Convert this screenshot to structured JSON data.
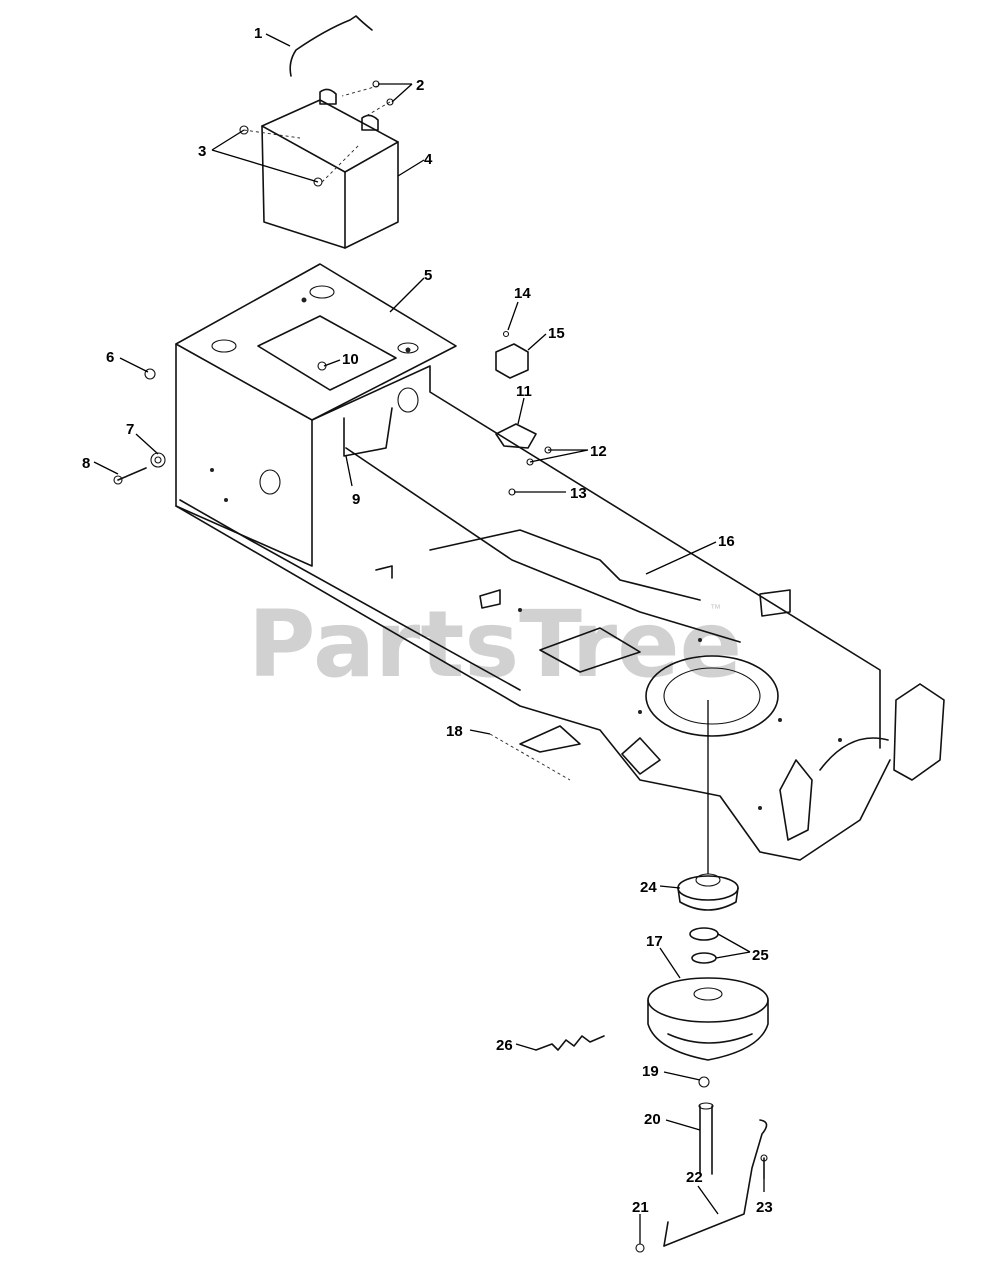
{
  "watermark": {
    "brand": "PartsTree",
    "trademark": "™"
  },
  "callouts": [
    "1",
    "2",
    "3",
    "4",
    "5",
    "6",
    "7",
    "8",
    "9",
    "10",
    "11",
    "12",
    "13",
    "14",
    "15",
    "16",
    "17",
    "18",
    "19",
    "20",
    "21",
    "22",
    "23",
    "24",
    "25",
    "26"
  ]
}
